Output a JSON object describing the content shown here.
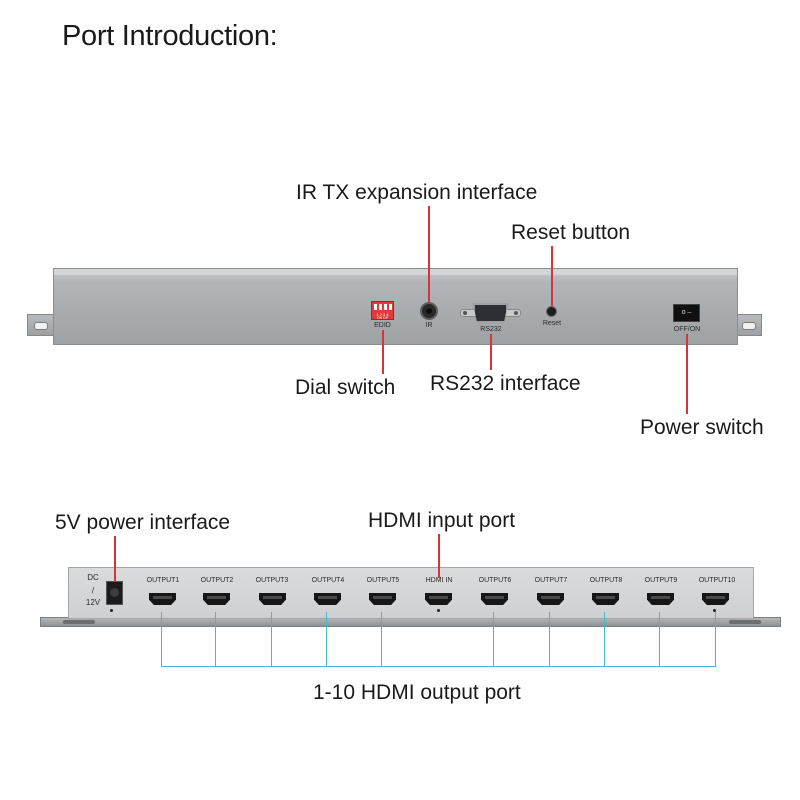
{
  "title": "Port Introduction:",
  "labels": {
    "ir_tx": "IR TX expansion interface",
    "reset_button": "Reset button",
    "dial_switch": "Dial switch",
    "rs232_interface": "RS232 interface",
    "power_switch": "Power switch",
    "power_5v": "5V power interface",
    "hdmi_input": "HDMI input port",
    "hdmi_output": "1-10 HDMI output port"
  },
  "top_panel": {
    "dip_numbers": "1 2 3 4",
    "dip_sub": "ON DP",
    "edid": "EDID",
    "ir": "IR",
    "rs232": "RS232",
    "reset": "Reset",
    "off_on": "OFF/ON",
    "switch_marks": "o  –"
  },
  "bottom_panel": {
    "dc": "DC",
    "slash": "/",
    "volt": "12V",
    "ports": [
      "OUTPUT1",
      "OUTPUT2",
      "OUTPUT3",
      "OUTPUT4",
      "OUTPUT5",
      "HDMI IN",
      "OUTPUT6",
      "OUTPUT7",
      "OUTPUT8",
      "OUTPUT9",
      "OUTPUT10"
    ]
  },
  "colors": {
    "callout": "#d6343c",
    "bracket": "#45b8cc",
    "dip_red": "#e23a3a"
  }
}
